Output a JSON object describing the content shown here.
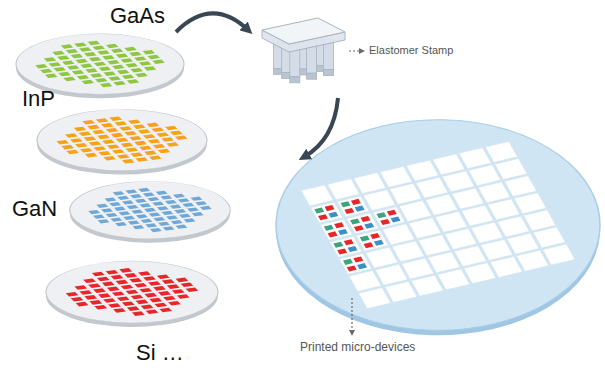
{
  "diagram": {
    "labels": [
      "GaAs",
      "InP",
      "GaN",
      "Si …",
      "Elastomer Stamp",
      "Printed micro-devices"
    ]
  }
}
